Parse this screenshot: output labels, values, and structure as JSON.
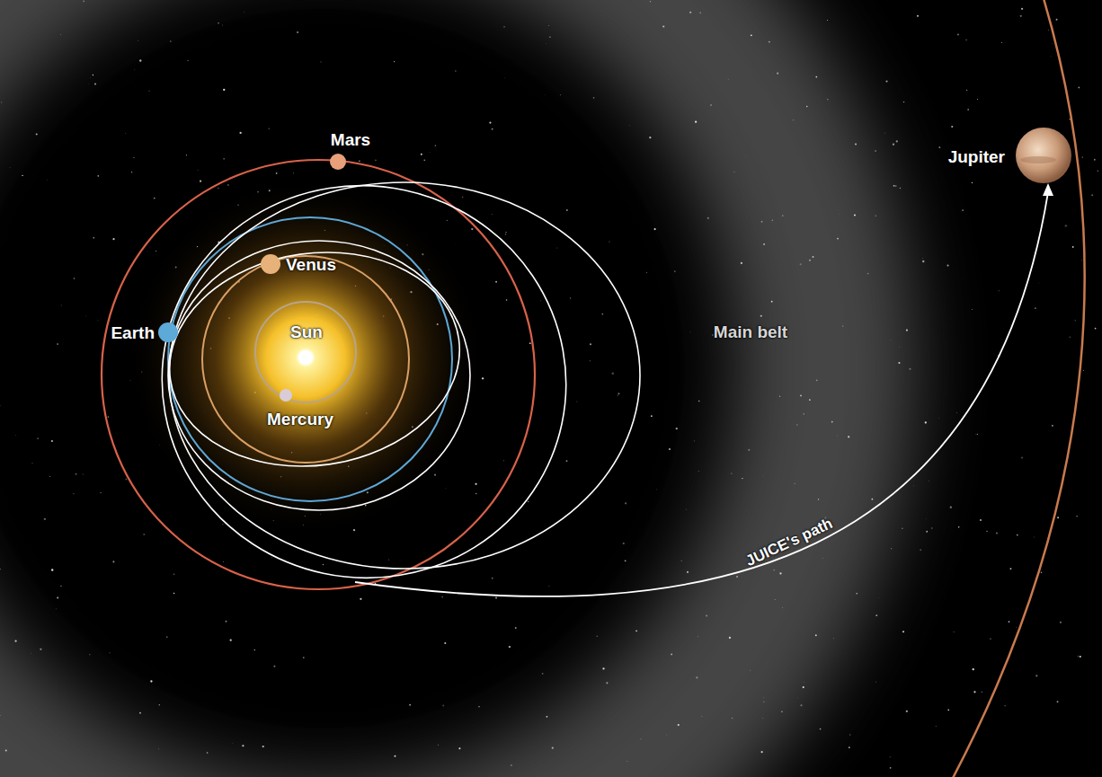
{
  "diagram": {
    "labels": [
      "Mars",
      "Venus",
      "Earth",
      "Sun",
      "Mercury",
      "Main belt",
      "Jupiter",
      "JUICE's path"
    ]
  }
}
